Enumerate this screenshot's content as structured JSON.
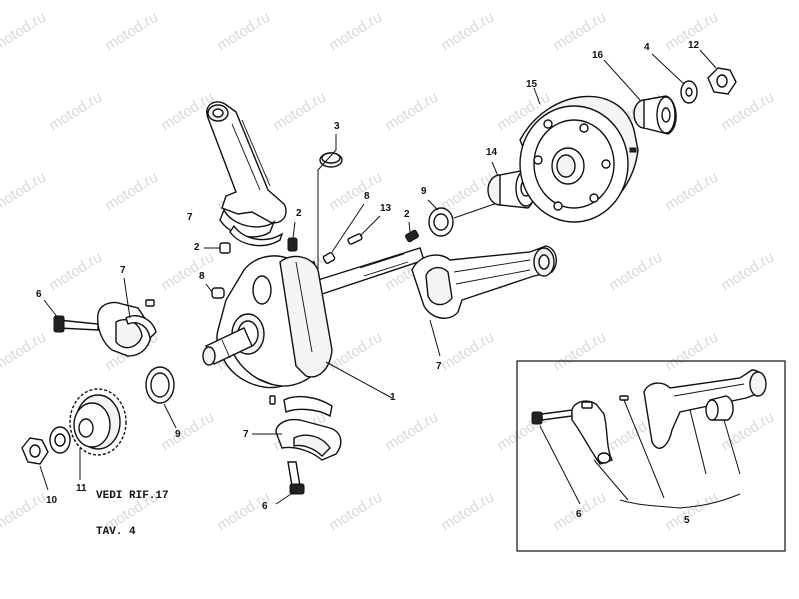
{
  "watermark": "motod.ru",
  "callouts": {
    "c1": "1",
    "c2a": "2",
    "c2b": "2",
    "c2c": "2",
    "c3": "3",
    "c4": "4",
    "c5": "5",
    "c6a": "6",
    "c6b": "6",
    "c6c": "6",
    "c7a": "7",
    "c7b": "7",
    "c7c": "7",
    "c7d": "7",
    "c8a": "8",
    "c8b": "8",
    "c9a": "9",
    "c9b": "9",
    "c10": "10",
    "c11": "11",
    "c12": "12",
    "c13": "13",
    "c14": "14",
    "c15": "15",
    "c16": "16"
  },
  "note": {
    "line1": "VEDI RIF.17",
    "line2": "TAV. 4"
  }
}
